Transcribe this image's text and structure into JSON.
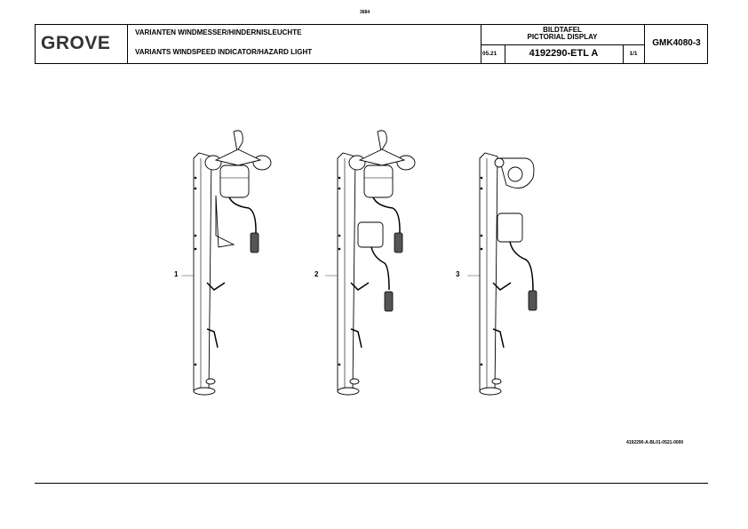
{
  "page_number": "3684",
  "header": {
    "logo": "GROVE",
    "title_de": "VARIANTEN WINDMESSER/HINDERNISLEUCHTE",
    "title_en": "VARIANTS WINDSPEED INDICATOR/HAZARD LIGHT",
    "display_de": "BILDTAFEL",
    "display_en": "PICTORIAL DISPLAY",
    "date": "05.21",
    "drawing_number": "4192290-ETL A",
    "sheet": "1/1",
    "model": "GMK4080-3"
  },
  "callouts": [
    "1",
    "2",
    "3"
  ],
  "image_code": "4192290-A-BL01-0521-0000"
}
